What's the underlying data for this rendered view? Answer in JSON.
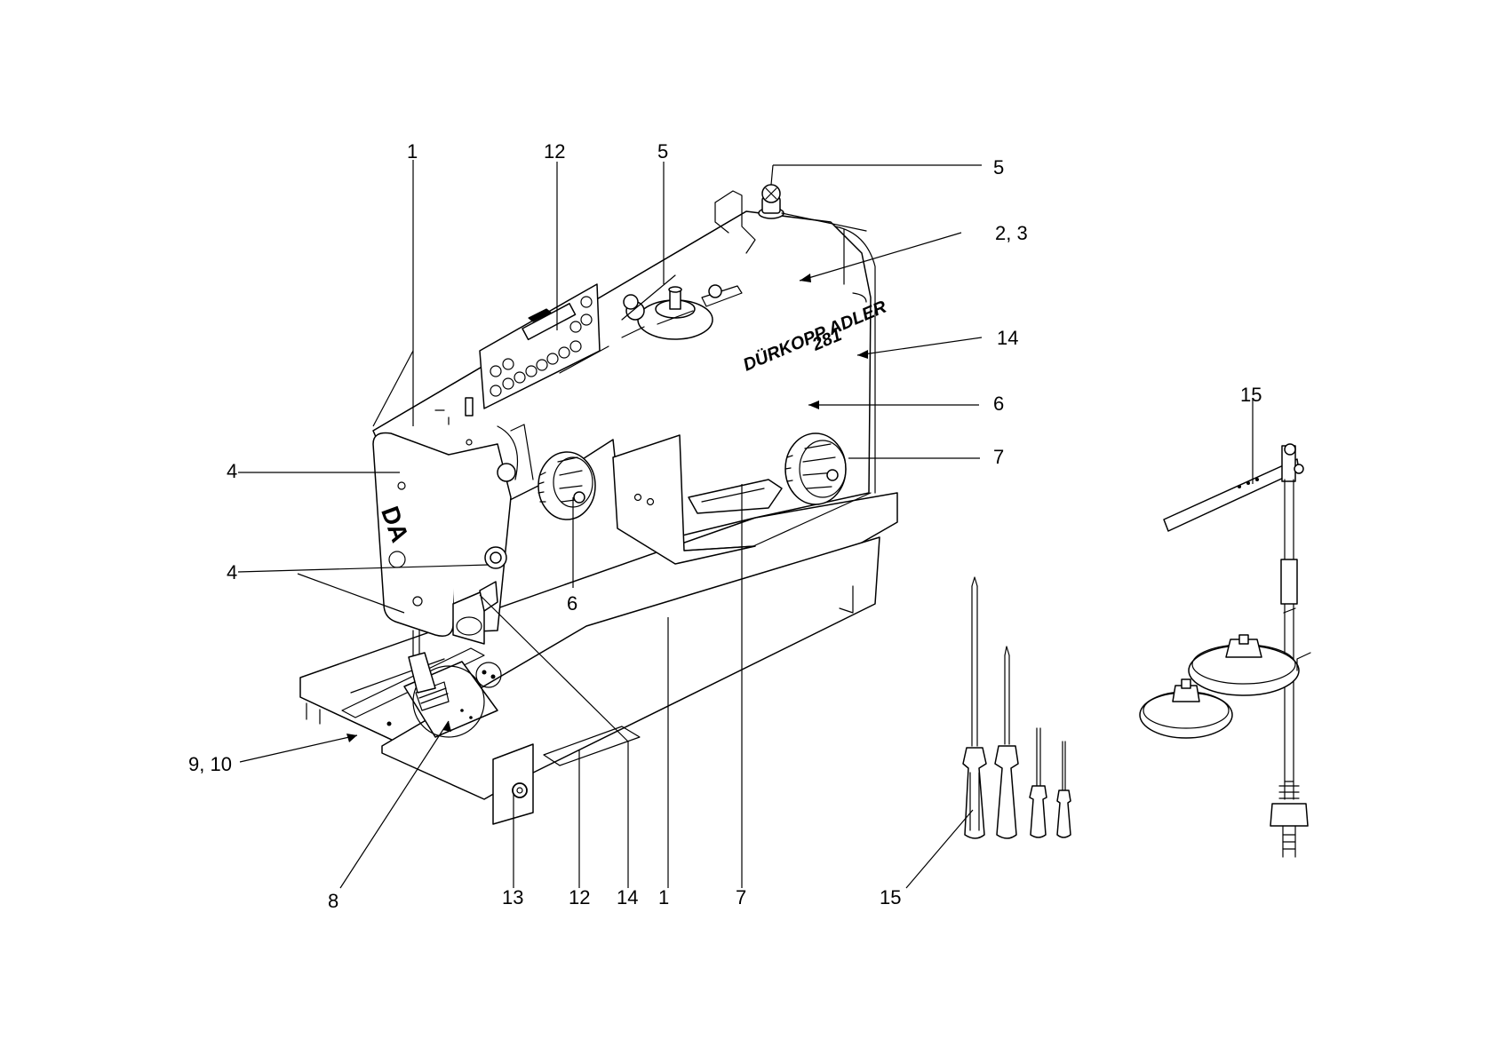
{
  "diagram": {
    "brand_text": "DÜRKOPP ADLER",
    "model_text": "281",
    "logo_mark": "DA",
    "labels": {
      "l1_top": "1",
      "l12_top": "12",
      "l5_top": "5",
      "l5_right": "5",
      "l23": "2, 3",
      "l14_right": "14",
      "l6_right": "6",
      "l7_right": "7",
      "l15_top": "15",
      "l4_upper": "4",
      "l4_lower": "4",
      "l6_mid": "6",
      "l910": "9, 10",
      "l8": "8",
      "l13": "13",
      "l12_bottom": "12",
      "l14_bottom": "14",
      "l1_bottom": "1",
      "l7_bottom": "7",
      "l15_bottom": "15"
    }
  }
}
